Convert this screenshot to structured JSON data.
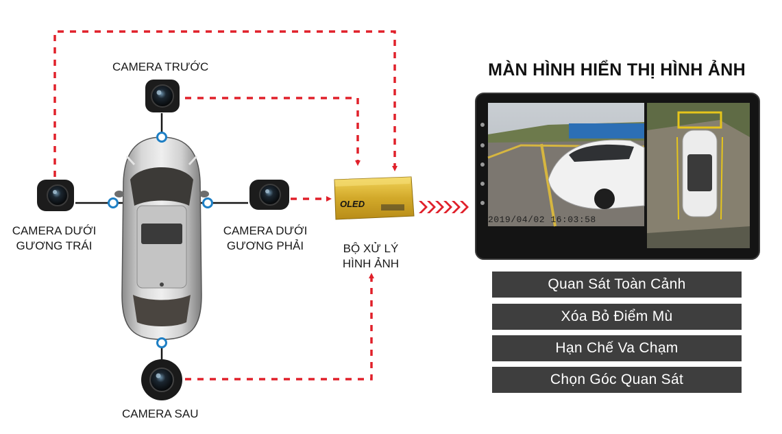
{
  "labels": {
    "camera_front": "CAMERA TRƯỚC",
    "camera_left_line1": "CAMERA DƯỚI",
    "camera_left_line2": "GƯƠNG TRÁI",
    "camera_right_line1": "CAMERA DƯỚI",
    "camera_right_line2": "GƯƠNG PHẢI",
    "processor_line1": "BỘ XỬ LÝ",
    "processor_line2": "HÌNH ẢNH",
    "camera_rear": "CAMERA SAU",
    "processor_brand": "OLED"
  },
  "screen": {
    "title": "MÀN HÌNH HIỂN THỊ HÌNH ẢNH",
    "timestamp": "2019/04/02 16:03:58"
  },
  "features": [
    "Quan Sát Toàn Cảnh",
    "Xóa Bỏ Điểm Mù",
    "Hạn Chế Va Chạm",
    "Chọn Góc Quan Sát"
  ],
  "colors": {
    "arrow": "#e0202a",
    "connector": "#1e7fc4",
    "feature_bg": "#3e3e3e",
    "processor_gold": "#d9b430"
  },
  "icons": [
    "camera-icon",
    "car-icon",
    "processor-box-icon",
    "monitor-icon"
  ]
}
